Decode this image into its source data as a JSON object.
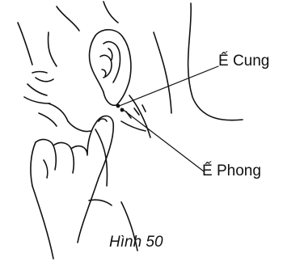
{
  "figure": {
    "labels": {
      "e_cung": "Ế Cung",
      "e_phong": "Ế Phong"
    },
    "caption": "Hình 50",
    "ink_color": "#111111"
  }
}
